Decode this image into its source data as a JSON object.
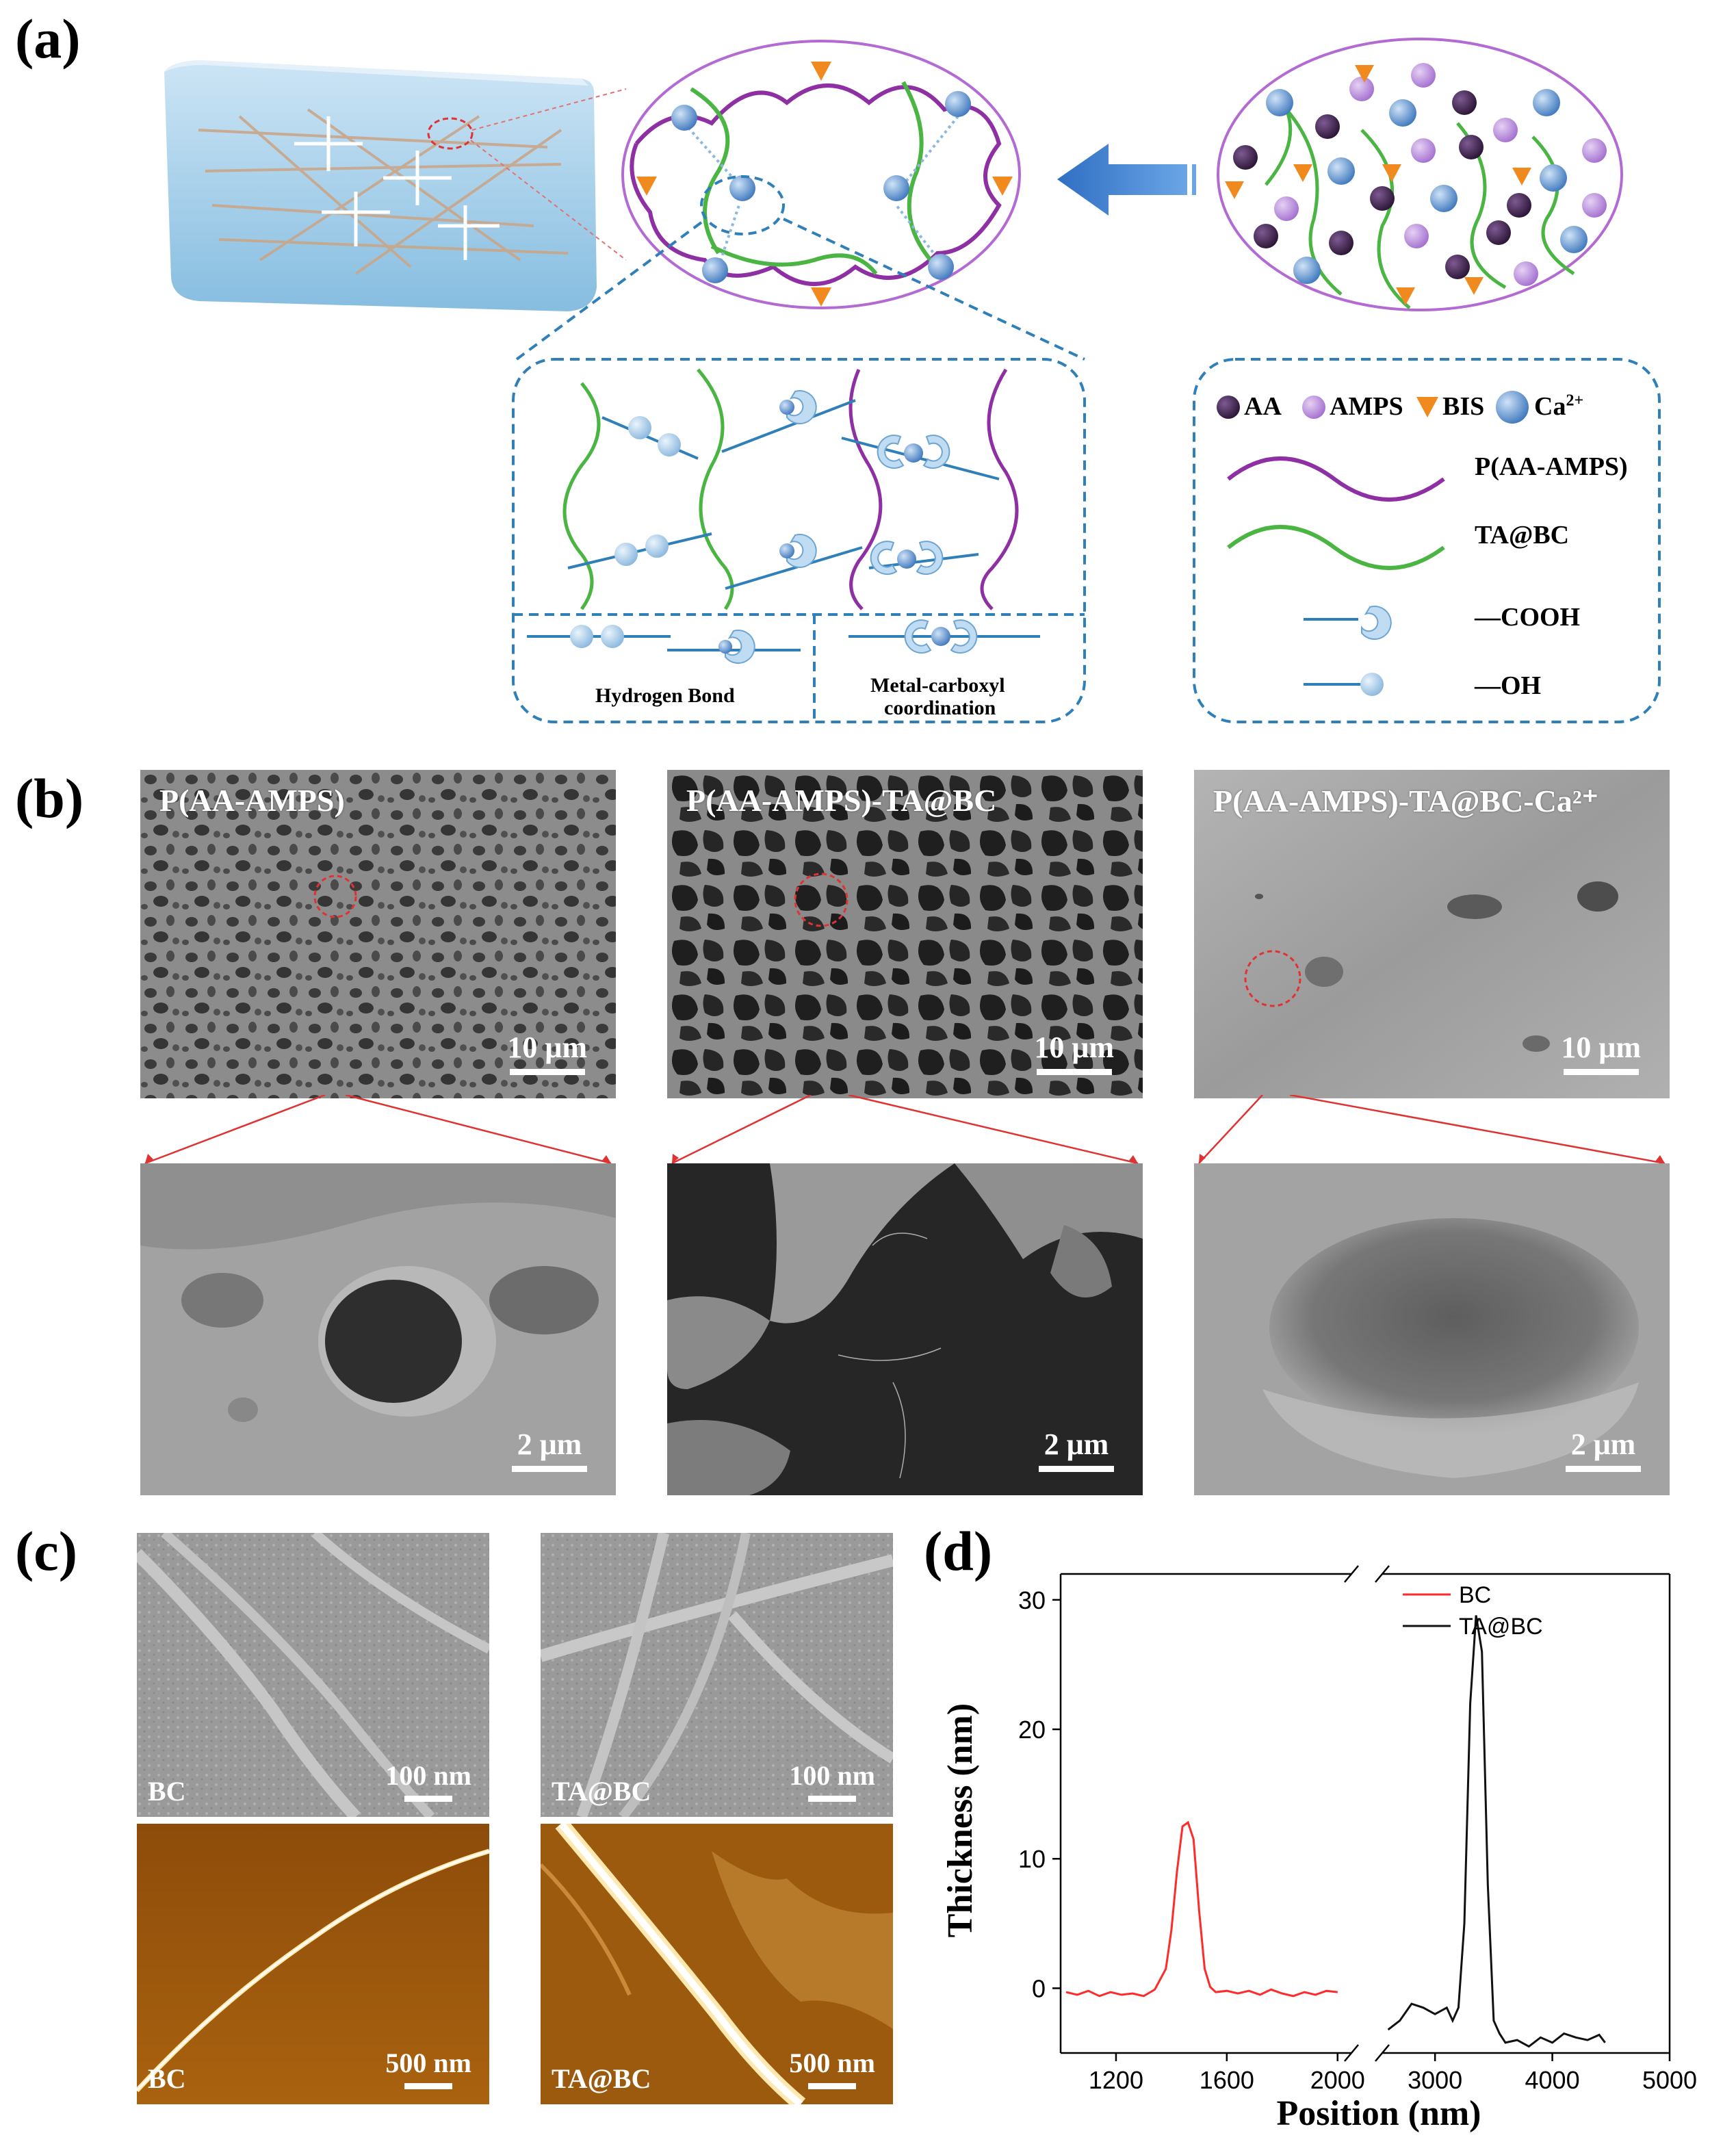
{
  "panels": {
    "a": "(a)",
    "b": "(b)",
    "c": "(c)",
    "d": "(d)"
  },
  "schematic": {
    "legend_monomers": [
      "AA",
      "AMPS",
      "BIS",
      "Ca2+"
    ],
    "legend_lines": [
      "P(AA-AMPS)",
      "TA@BC",
      "—COOH",
      "—OH"
    ],
    "bond_left": "Hydrogen Bond",
    "bond_right_line1": "Metal-carboxyl",
    "bond_right_line2": "coordination",
    "colors": {
      "paa_amps": "#8e2fa3",
      "ta_bc": "#4bb543",
      "bis": "#f08a1e",
      "ca": "#4f86c6",
      "aa": "#3c2249",
      "amps": "#b98ad9",
      "dash_blue": "#2f7fb8"
    }
  },
  "sem": {
    "titles": [
      "P(AA-AMPS)",
      "P(AA-AMPS)-TA@BC",
      "P(AA-AMPS)-TA@BC-Ca²⁺"
    ],
    "scale_top": "10 μm",
    "scale_bottom": "2 μm"
  },
  "micro": {
    "sem_labels": [
      "BC",
      "TA@BC"
    ],
    "sem_scale": "100 nm",
    "afm_labels": [
      "BC",
      "TA@BC"
    ],
    "afm_scale": "500 nm"
  },
  "chart_data": {
    "type": "line",
    "xlabel": "Position (nm)",
    "ylabel": "Thickness (nm)",
    "x_ticks_left": [
      1200,
      1600,
      2000
    ],
    "x_ticks_right": [
      3000,
      4000,
      5000
    ],
    "y_ticks": [
      0,
      10,
      20,
      30
    ],
    "xlim_left": [
      1000,
      2050
    ],
    "xlim_right": [
      2550,
      5000
    ],
    "ylim": [
      -5,
      32
    ],
    "axis_break": true,
    "legend": "top-right",
    "series": [
      {
        "name": "BC",
        "color": "#ff2a2a",
        "x": [
          1020,
          1060,
          1100,
          1140,
          1180,
          1220,
          1260,
          1300,
          1340,
          1380,
          1400,
          1420,
          1440,
          1460,
          1480,
          1500,
          1520,
          1540,
          1560,
          1600,
          1640,
          1680,
          1720,
          1760,
          1800,
          1840,
          1880,
          1920,
          1960,
          2000
        ],
        "y": [
          -0.3,
          -0.5,
          -0.2,
          -0.6,
          -0.3,
          -0.5,
          -0.4,
          -0.6,
          -0.1,
          1.5,
          4.5,
          9.0,
          12.5,
          12.8,
          11.5,
          6.0,
          1.5,
          0.1,
          -0.3,
          -0.2,
          -0.4,
          -0.2,
          -0.5,
          -0.1,
          -0.4,
          -0.6,
          -0.3,
          -0.5,
          -0.2,
          -0.3
        ]
      },
      {
        "name": "TA@BC",
        "color": "#111111",
        "x": [
          2600,
          2700,
          2800,
          2900,
          3000,
          3100,
          3150,
          3200,
          3250,
          3300,
          3350,
          3400,
          3450,
          3500,
          3550,
          3600,
          3700,
          3800,
          3900,
          4000,
          4100,
          4200,
          4300,
          4400,
          4450
        ],
        "y": [
          -3.2,
          -2.5,
          -1.2,
          -1.5,
          -2.0,
          -1.5,
          -2.5,
          -1.5,
          5.0,
          22.0,
          28.8,
          26.0,
          8.0,
          -2.5,
          -3.5,
          -4.2,
          -4.0,
          -4.5,
          -3.8,
          -4.2,
          -3.5,
          -3.8,
          -4.0,
          -3.6,
          -4.2
        ]
      }
    ]
  }
}
